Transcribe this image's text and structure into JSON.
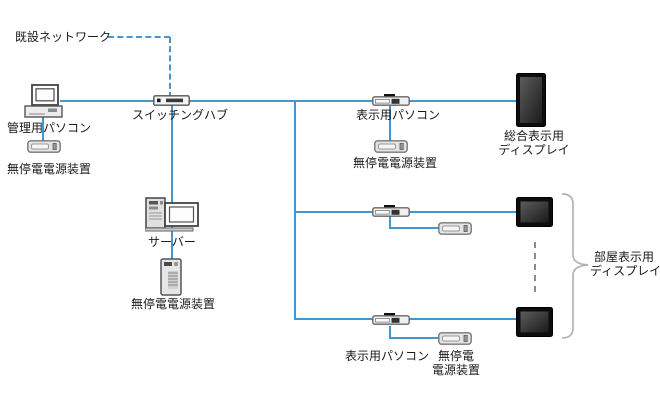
{
  "diagram": {
    "type": "network-topology",
    "existing_network": {
      "label": "既設ネットワーク"
    },
    "management_pc": {
      "label": "管理用パソコン"
    },
    "management_ups": {
      "label": "無停電電源装置"
    },
    "switching_hub": {
      "label": "スイッチングハブ"
    },
    "server": {
      "label": "サーバー"
    },
    "server_ups": {
      "label": "無停電電源装置"
    },
    "display_pc_top": {
      "label": "表示用パソコン"
    },
    "display_pc_top_ups": {
      "label": "無停電電源装置"
    },
    "main_display": {
      "label_line1": "総合表示用",
      "label_line2": "ディスプレイ"
    },
    "display_pc_bottom": {
      "label": "表示用パソコン"
    },
    "display_pc_bottom_ups": {
      "label_line1": "無停電",
      "label_line2": "電源装置"
    },
    "room_displays": {
      "label_line1": "部屋表示用",
      "label_line2": "ディスプレイ"
    },
    "colors": {
      "cable_blue": "#4596d0",
      "dashed_gray": "#8c8c8c",
      "brace_gray": "#b3b3b3",
      "display_black": "#0d0d0d",
      "text": "#1a1a1a"
    }
  }
}
